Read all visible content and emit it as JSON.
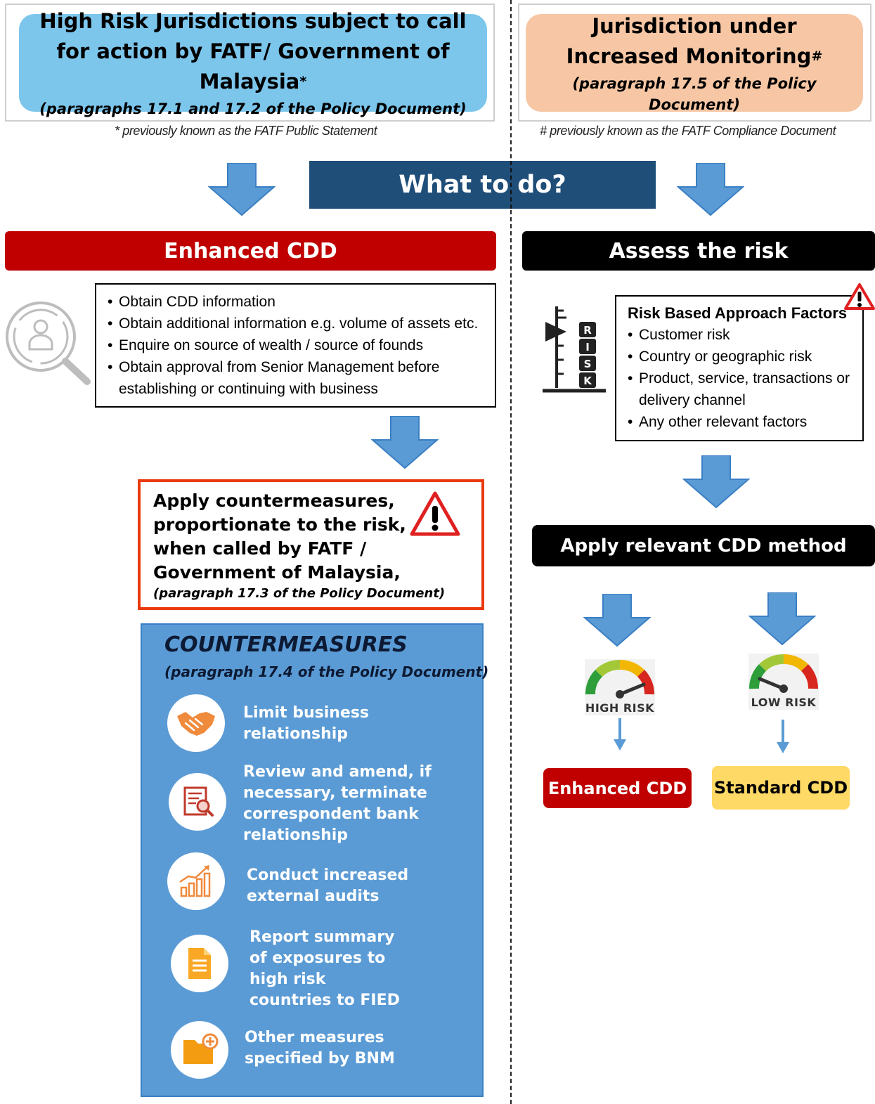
{
  "left_header": {
    "title": "High Risk Jurisdictions subject to call for action by FATF/ Government of Malaysia",
    "marker": "*",
    "ref": "(paragraphs 17.1 and 17.2 of the Policy Document)",
    "note": "* previously known as the FATF Public Statement"
  },
  "right_header": {
    "title_line1": "Jurisdiction under",
    "title_line2": "Increased Monitoring",
    "marker": "#",
    "ref": "(paragraph 17.5 of the Policy Document)",
    "note": "# previously known as the FATF  Compliance Document"
  },
  "banner": "What to do?",
  "enhanced_cdd": {
    "title": "Enhanced CDD",
    "items": [
      "Obtain CDD information",
      "Obtain additional  information e.g. volume of assets etc.",
      "Enquire on source of wealth  / source of founds",
      "Obtain approval from Senior Management before establishing or continuing with business"
    ]
  },
  "countermeasure_call": {
    "text": "Apply countermeasures, proportionate to the risk, when called by FATF / Government of Malaysia,",
    "ref": "(paragraph 17.3 of the Policy Document)"
  },
  "countermeasures": {
    "title": "COUNTERMEASURES",
    "ref": "(paragraph 17.4 of the Policy Document)",
    "items": [
      {
        "label": "Limit business relationship",
        "icon": "handshake-icon"
      },
      {
        "label": "Review and amend, if necessary, terminate correspondent bank relationship",
        "icon": "document-search-icon"
      },
      {
        "label": "Conduct increased external audits",
        "icon": "growth-chart-icon"
      },
      {
        "label": "Report summary of exposures to high risk countries to FIED",
        "icon": "report-document-icon"
      },
      {
        "label": "Other measures specified by BNM",
        "icon": "add-folder-icon"
      }
    ]
  },
  "assess_risk": {
    "title": "Assess the risk",
    "risk_letters": [
      "R",
      "I",
      "S",
      "K"
    ],
    "factors_title": "Risk Based Approach Factors",
    "factors": [
      "Customer risk",
      "Country or geographic  risk",
      "Product, service, transactions or delivery channel",
      "Any other relevant factors"
    ]
  },
  "apply_cdd": {
    "title": "Apply relevant CDD method",
    "high_risk_label": "HIGH RISK",
    "low_risk_label": "LOW RISK",
    "high_result": "Enhanced CDD",
    "low_result": "Standard CDD"
  },
  "colors": {
    "pill_blue": "#7cc6ec",
    "pill_orange": "#f7c7a5",
    "banner": "#1f4e79",
    "red": "#c00000",
    "arrow": "#5b9bd5",
    "panel": "#5b9bd5",
    "warning": "#ea3a0c",
    "standard": "#ffd966"
  }
}
